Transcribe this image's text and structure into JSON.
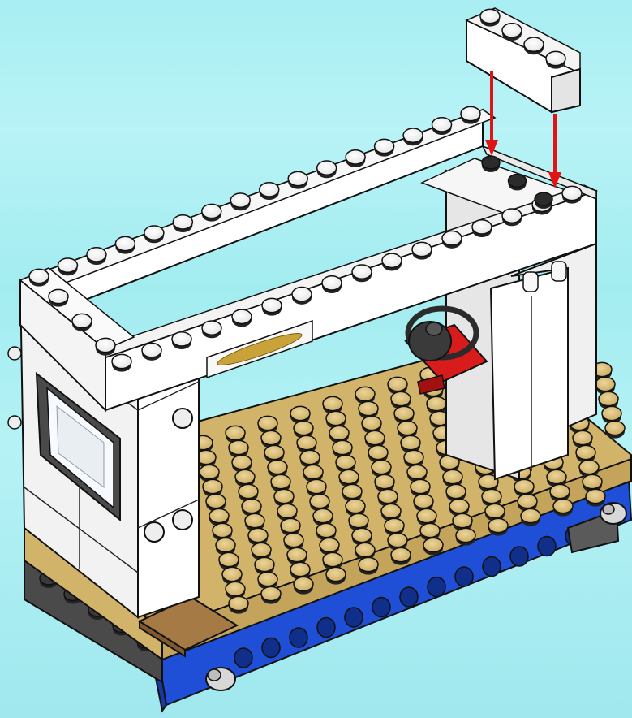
{
  "scene": {
    "background": "#aeeff3",
    "step": {
      "action": "place-brick",
      "brick": {
        "type": "1x4 brick",
        "color": "#f4f4f4",
        "studs": 4
      },
      "arrow_color": "#e01414",
      "arrows": 2
    },
    "model": {
      "base_color": "#d2b36a",
      "wall_color": "#f4f4f4",
      "chassis_color": "#1f4fd6",
      "accent_red": "#d81b1b",
      "dark_grey": "#3a3a3a",
      "floor_tile": "#9a6d3a"
    }
  }
}
